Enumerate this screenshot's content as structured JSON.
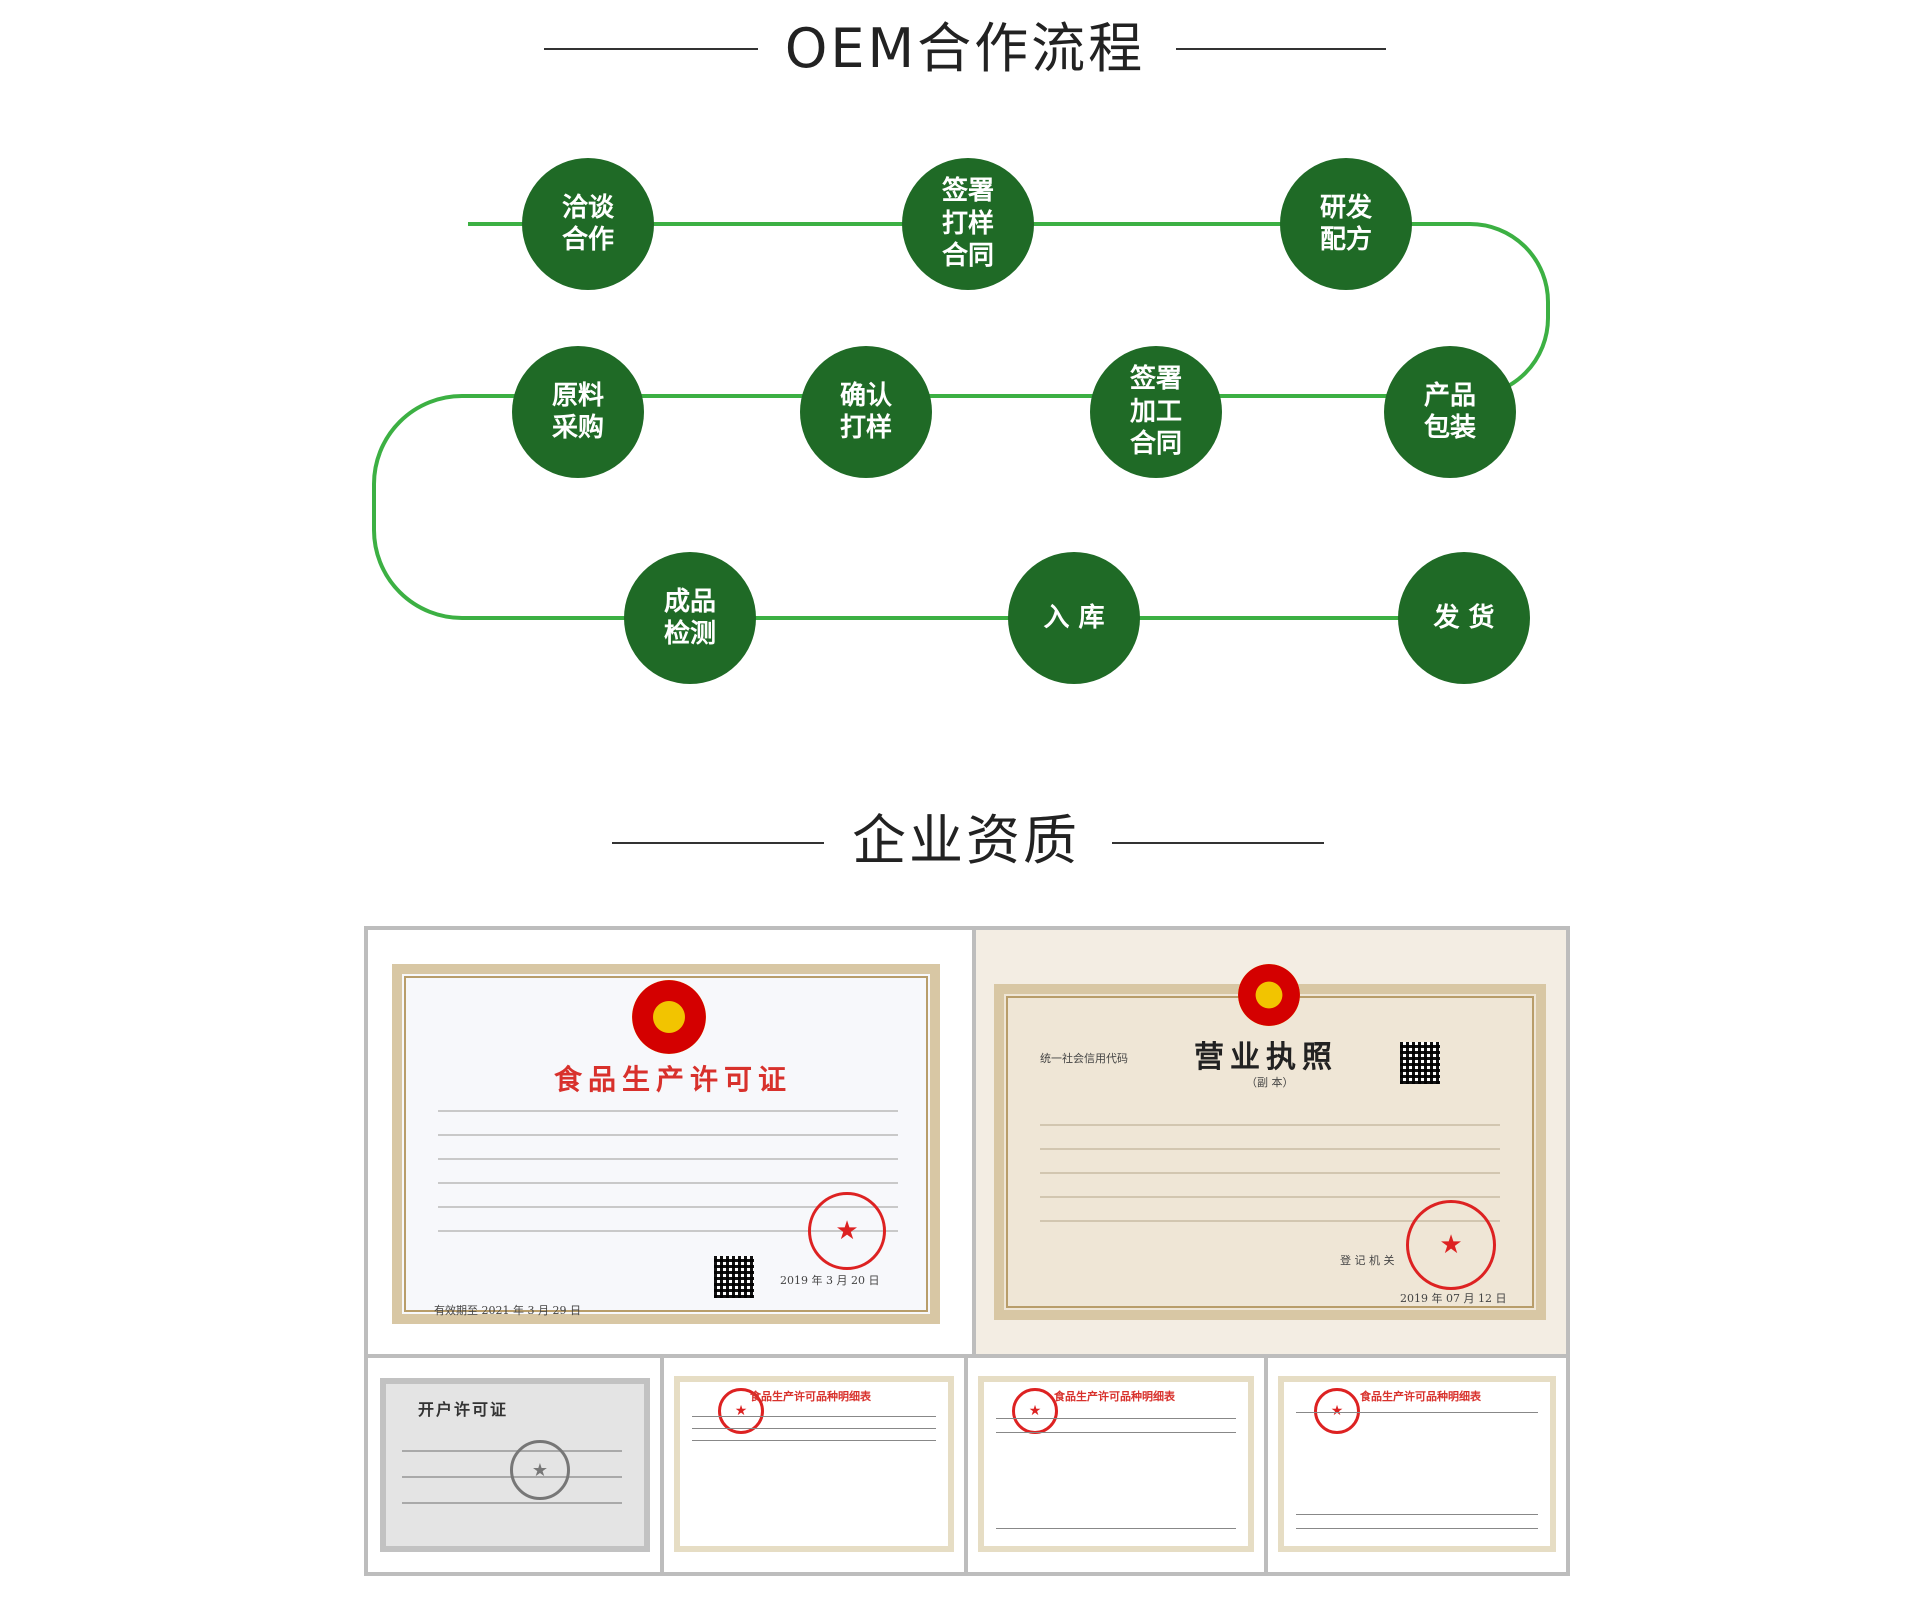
{
  "oem": {
    "title": "OEM合作流程",
    "steps": [
      {
        "label": "洽谈\n合作"
      },
      {
        "label": "签署\n打样\n合同"
      },
      {
        "label": "研发\n配方"
      },
      {
        "label": "产品\n包装"
      },
      {
        "label": "签署\n加工\n合同"
      },
      {
        "label": "确认\n打样"
      },
      {
        "label": "原料\n采购"
      },
      {
        "label": "成品\n检测"
      },
      {
        "label": "入 库"
      },
      {
        "label": "发 货"
      }
    ]
  },
  "qualification": {
    "title": "企业资质",
    "certificates": [
      {
        "title": "食品生产许可证",
        "date": "2019 年 3 月 20 日",
        "valid": "有效期至 2021 年 3 月 29 日"
      },
      {
        "title": "营业执照",
        "subtitle": "（副 本）",
        "credit_label": "统一社会信用代码",
        "date": "2019 年 07 月 12 日",
        "issuer": "登 记 机 关"
      },
      {
        "title": "开户许可证"
      },
      {
        "title": "食品生产许可品种明细表"
      },
      {
        "title": "食品生产许可品种明细表"
      },
      {
        "title": "食品生产许可品种明细表"
      }
    ]
  },
  "colors": {
    "step": "#1f6a26",
    "path": "#3cb043"
  }
}
